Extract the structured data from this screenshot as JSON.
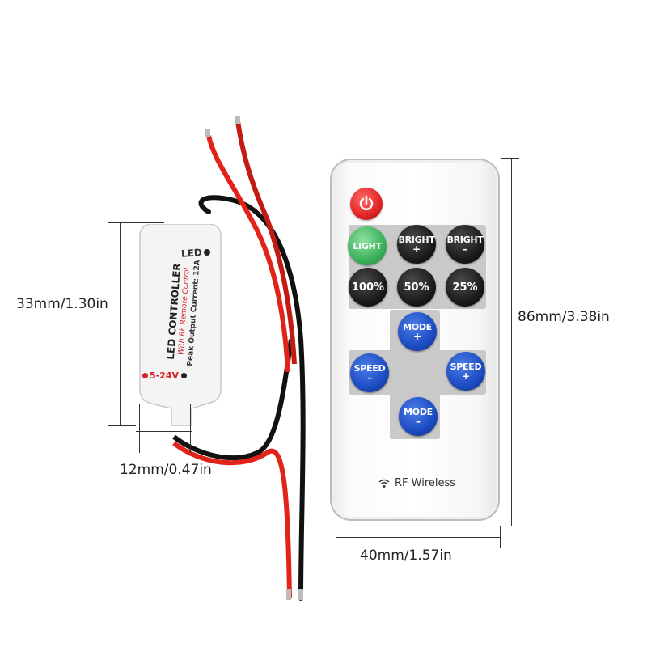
{
  "dimensions": {
    "controller_height": "33mm/1.30in",
    "remote_height": "86mm/3.38in",
    "controller_width": "12mm/0.47in",
    "remote_width": "40mm/1.57in"
  },
  "controller": {
    "led_label": "LED",
    "title": "LED CONTROLLER",
    "subtitle": "With RF Remote Control",
    "spec": "Peak Output Current: 12A",
    "voltage": "5-24V",
    "colors": {
      "wire_red": "#e2231a",
      "wire_black": "#111111",
      "body": "#f4f4f4",
      "text_red": "#d81f26"
    }
  },
  "remote": {
    "power_icon": "power-icon",
    "buttons": {
      "light": "LIGHT",
      "bright_up": {
        "label": "BRIGHT",
        "sign": "+"
      },
      "bright_down": {
        "label": "BRIGHT",
        "sign": "–"
      },
      "p100": "100%",
      "p50": "50%",
      "p25": "25%",
      "mode_up": {
        "label": "MODE",
        "sign": "+"
      },
      "mode_down": {
        "label": "MODE",
        "sign": "–"
      },
      "speed_down": {
        "label": "SPEED",
        "sign": "–"
      },
      "speed_up": {
        "label": "SPEED",
        "sign": "+"
      }
    },
    "footer": {
      "icon": "wifi-signal-icon",
      "text": "RF Wireless"
    },
    "colors": {
      "power": "#e22424",
      "light": "#3bb15a",
      "blue": "#1d4bc2",
      "dark": "#1c1c1c",
      "panel": "#c9c9c9"
    }
  }
}
